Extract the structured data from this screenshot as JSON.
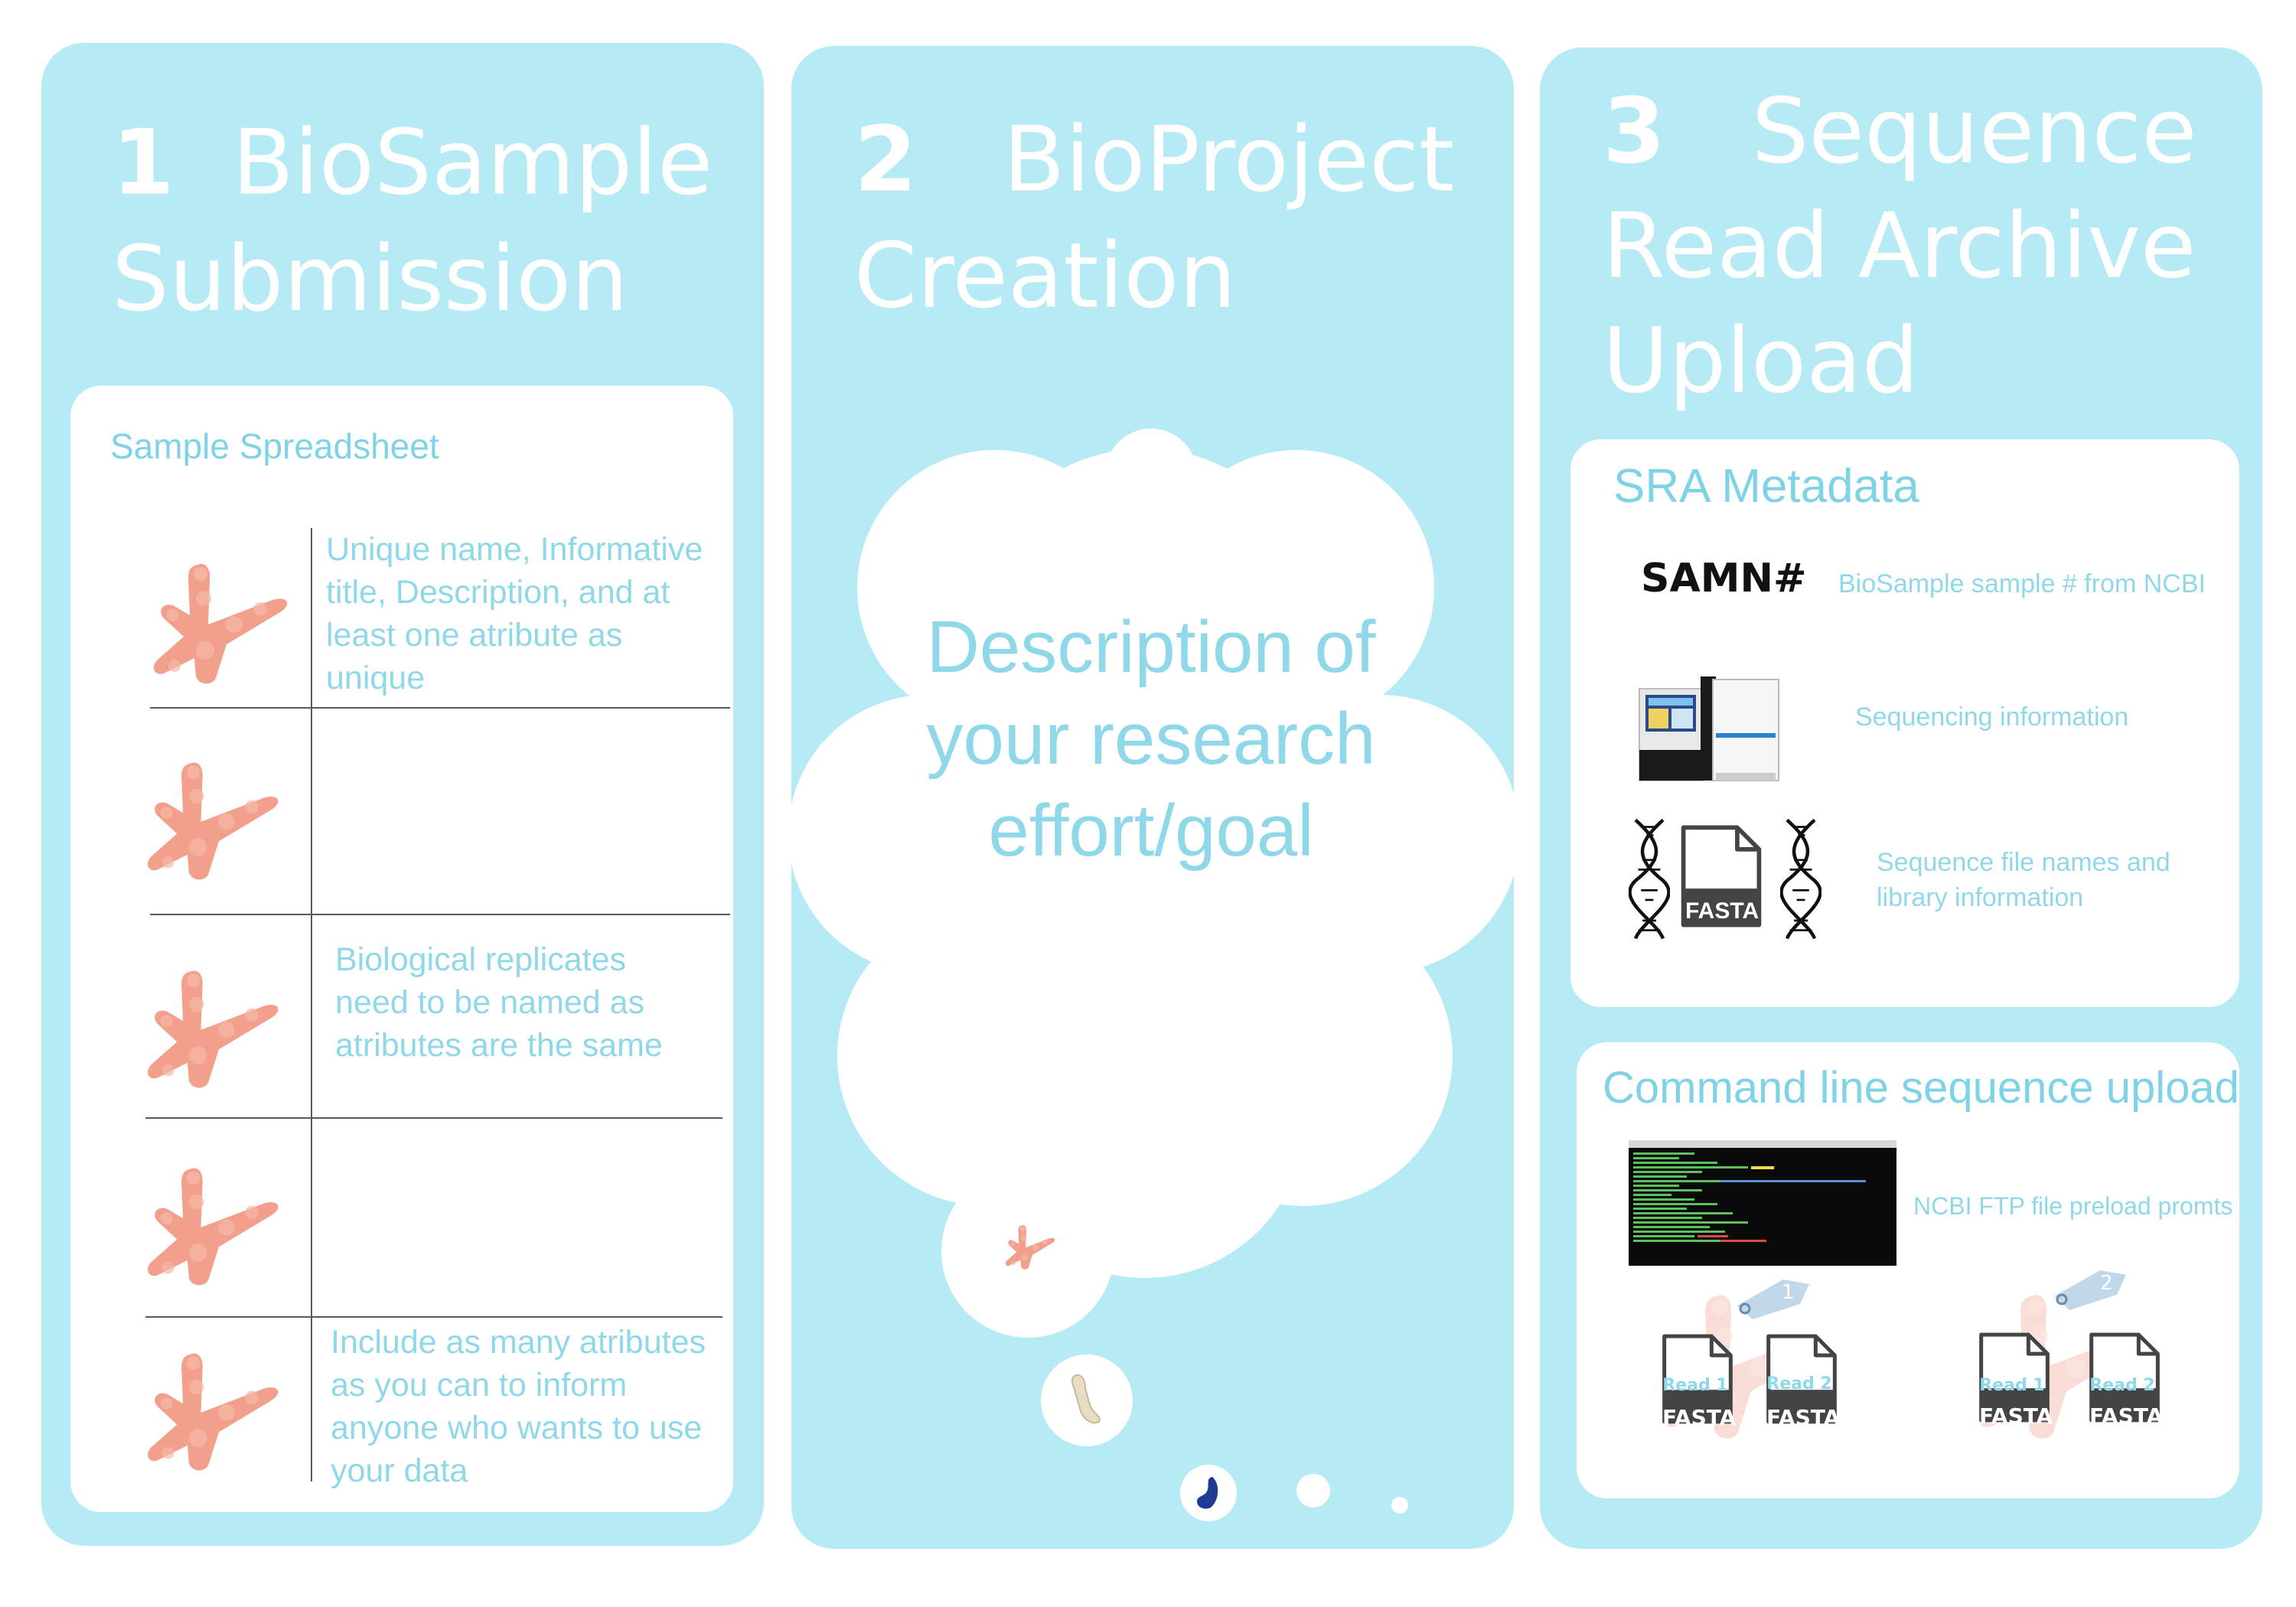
{
  "panels": [
    {
      "number": "1",
      "title": "BioSample Submission"
    },
    {
      "number": "2",
      "title": "BioProject Creation"
    },
    {
      "number": "3",
      "title": "Sequence Read Archive Upload"
    }
  ],
  "biosample": {
    "card_title": "Sample Spreadsheet",
    "row1_text": "Unique name, Informative title, Description, and at least one atribute as unique",
    "row3_text": "Biological replicates need to be named as atributes are the same",
    "row5_text": "Include as many atributes as you can to inform anyone who wants to use your data"
  },
  "bioproject": {
    "cloud_text": "Description of your research effort/goal"
  },
  "sra": {
    "metadata_title": "SRA Metadata",
    "samn_label": "SAMN#",
    "samn_desc": "BioSample sample # from NCBI",
    "sequencing_desc": "Sequencing information",
    "file_desc": "Sequence file names and library information",
    "fasta_label": "FASTA",
    "upload_title": "Command line sequence upload",
    "ftp_desc": "NCBI FTP file preload promts",
    "read1_label": "Read 1",
    "read2_label": "Read 2",
    "tag1": "1",
    "tag2": "2"
  },
  "colors": {
    "panel": "#b6eaf4",
    "accent_text": "#8fd8ea",
    "starfish": "#f2a08c"
  }
}
